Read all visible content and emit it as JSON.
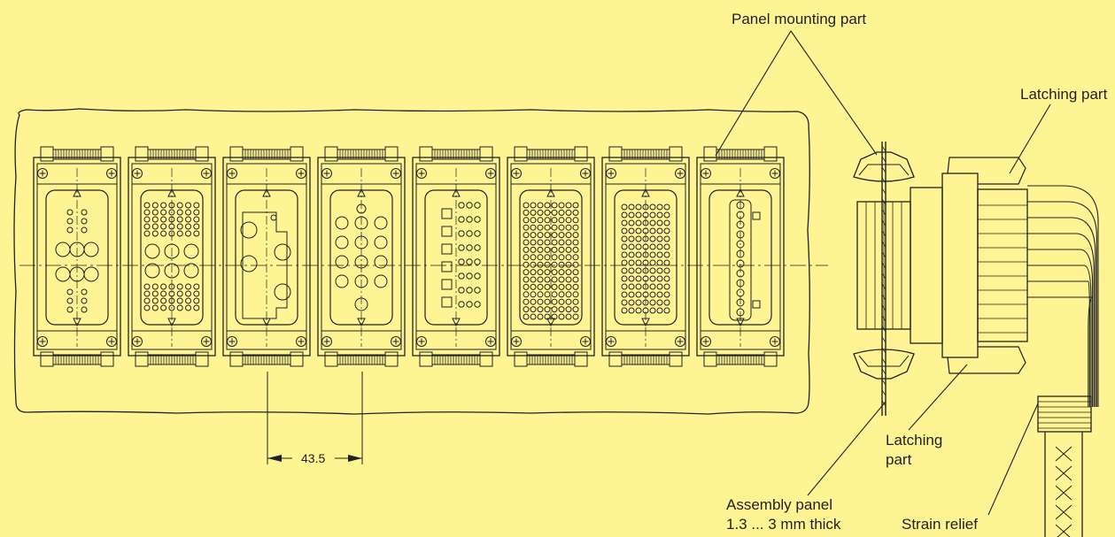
{
  "labels": {
    "panel_mounting_part": "Panel mounting part",
    "latching_part_top": "Latching part",
    "latching_part_bottom_line1": "Latching",
    "latching_part_bottom_line2": "part",
    "assembly_panel_line1": "Assembly panel",
    "assembly_panel_line2": "1.3 ... 3 mm thick",
    "strain_relief": "Strain relief"
  },
  "dimension": {
    "pitch": "43.5"
  },
  "modules": [
    {
      "type": "mixed-contacts"
    },
    {
      "type": "dense-grid-with-large"
    },
    {
      "type": "power-three-large"
    },
    {
      "type": "twelve-pin"
    },
    {
      "type": "square-contacts"
    },
    {
      "type": "high-density"
    },
    {
      "type": "medium-density"
    },
    {
      "type": "single-row"
    }
  ],
  "colors": {
    "background": "#fef493",
    "line": "#222222"
  }
}
